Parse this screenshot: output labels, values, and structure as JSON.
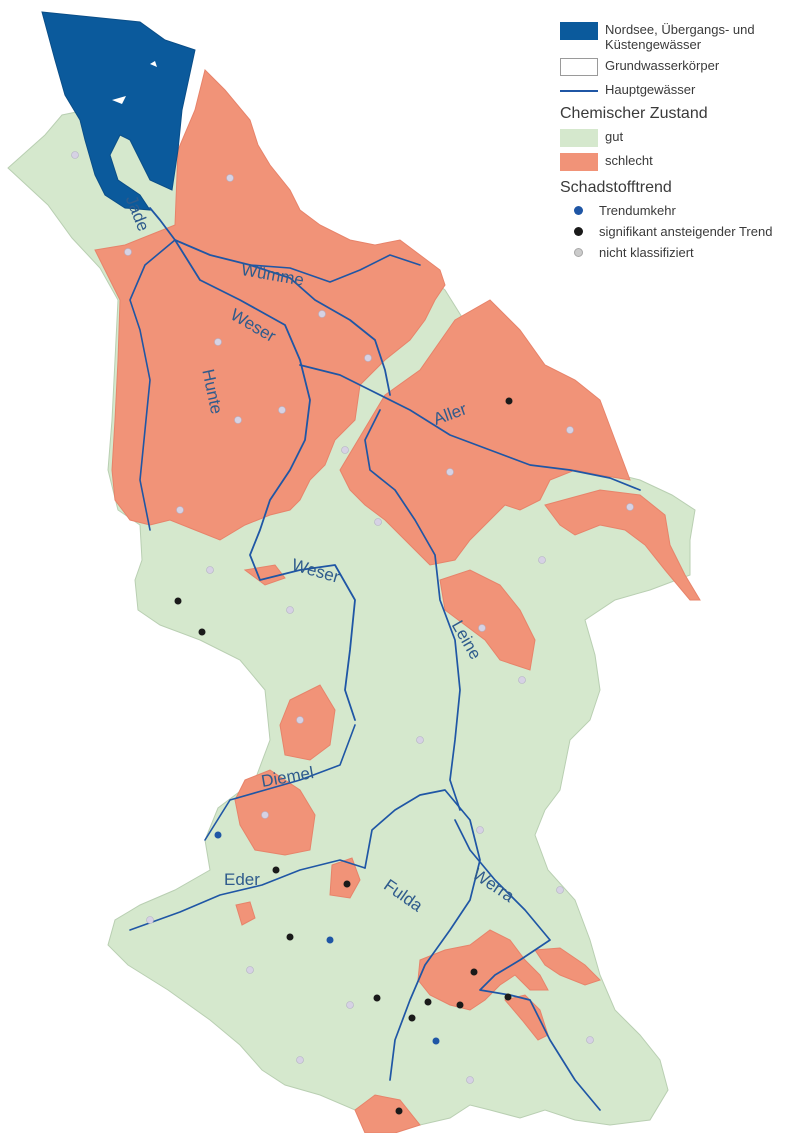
{
  "legend": {
    "items": [
      {
        "label": "Nordsee, Übergangs- und Küstengewässer",
        "color": "#0b5a9c"
      },
      {
        "label": "Grundwasserkörper",
        "color": "#ffffff"
      },
      {
        "label": "Hauptgewässer",
        "color": "#1f56a5"
      }
    ],
    "zustand_title": "Chemischer Zustand",
    "zustand": [
      {
        "label": "gut",
        "color": "#d5e8cd"
      },
      {
        "label": "schlecht",
        "color": "#f19378"
      }
    ],
    "trend_title": "Schadstofftrend",
    "trend": [
      {
        "label": "Trendumkehr",
        "color": "#1f56a5"
      },
      {
        "label": "signifikant ansteigender Trend",
        "color": "#1a1a1a"
      },
      {
        "label": "nicht klassifiziert",
        "color": "#cbcbcb"
      }
    ]
  },
  "rivers": {
    "jade": "Jade",
    "wumme": "Wümme",
    "weser_north": "Weser",
    "hunte": "Hunte",
    "aller": "Aller",
    "weser_mid": "Weser",
    "leine": "Leine",
    "diemel": "Diemel",
    "eder": "Eder",
    "fulda": "Fulda",
    "werra": "Werra"
  }
}
